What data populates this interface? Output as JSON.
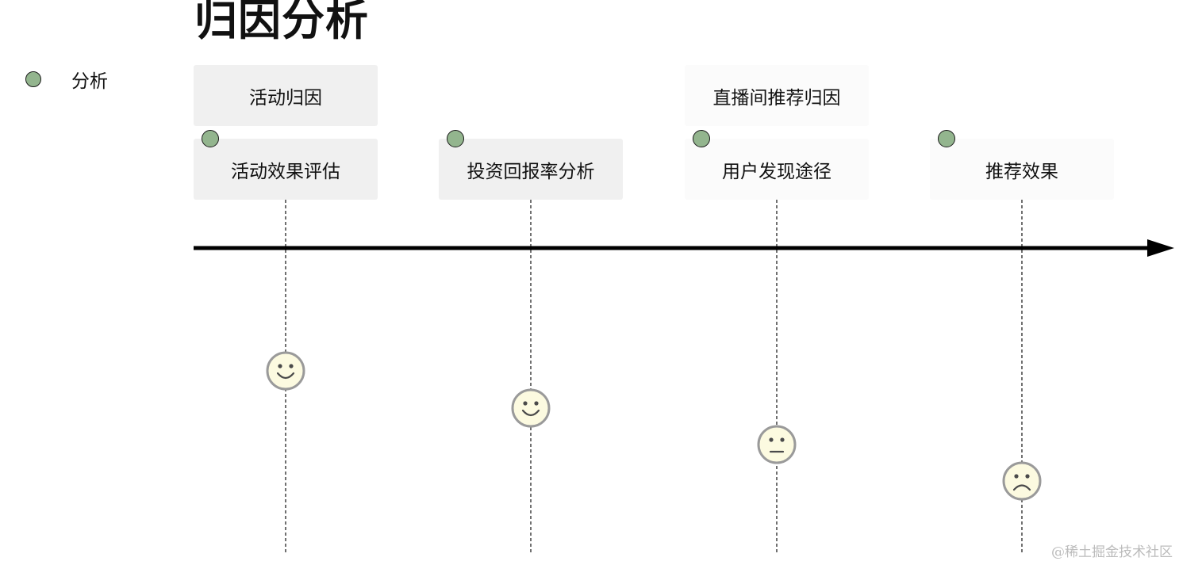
{
  "title": "归因分析",
  "legend": {
    "label": "分析",
    "dot_color": "#93b58e"
  },
  "columns": [
    {
      "top_label": "活动归因",
      "bottom_label": "活动效果评估",
      "emotion": "happy"
    },
    {
      "top_label": "",
      "bottom_label": "投资回报率分析",
      "emotion": "happy"
    },
    {
      "top_label": "直播间推荐归因",
      "bottom_label": "用户发现途径",
      "emotion": "neutral"
    },
    {
      "top_label": "",
      "bottom_label": "推荐效果",
      "emotion": "sad"
    }
  ],
  "colors": {
    "box_fill": "#f0f0f0",
    "dot": "#93b58e",
    "face_fill": "#fcfae0",
    "face_stroke": "#9a9a9a"
  },
  "watermark": "@稀土掘金技术社区"
}
